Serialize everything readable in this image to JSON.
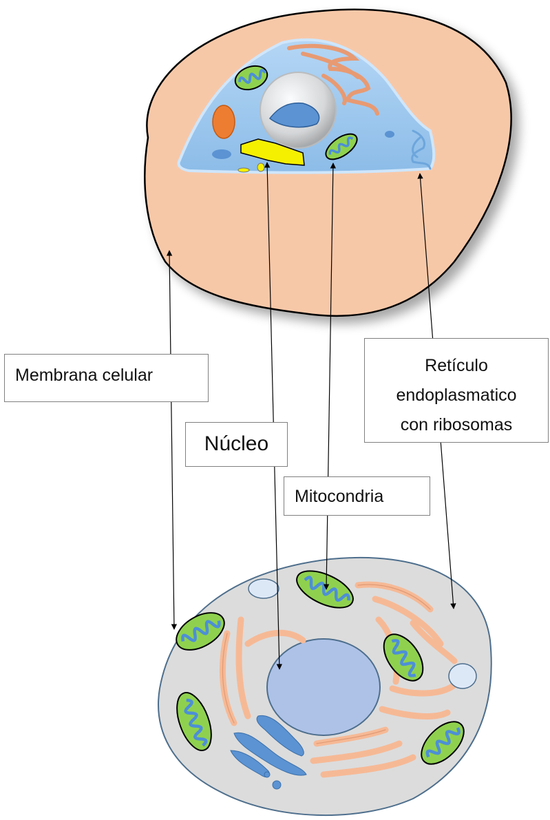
{
  "labels": {
    "membrana": "Membrana celular",
    "nucleo": "Núcleo",
    "mitocondria": "Mitocondria",
    "reticulo_lines": [
      "Retículo",
      "endoplasmatico",
      "con ribosomas"
    ]
  },
  "colors": {
    "cytoplasm_top": "#f7c8a8",
    "cytoplasm_bottom": "#dcdcdc",
    "cut_face": "#9fc8ee",
    "mitochondria_outer": "#8fd14f",
    "mitochondria_inner": "#4d8fd6",
    "nucleus": "#aec2e8",
    "golgi": "#5b93d3",
    "er": "#f6b995",
    "centriole": "#f5f000",
    "outline": "#000000",
    "arrow": "#000000"
  }
}
